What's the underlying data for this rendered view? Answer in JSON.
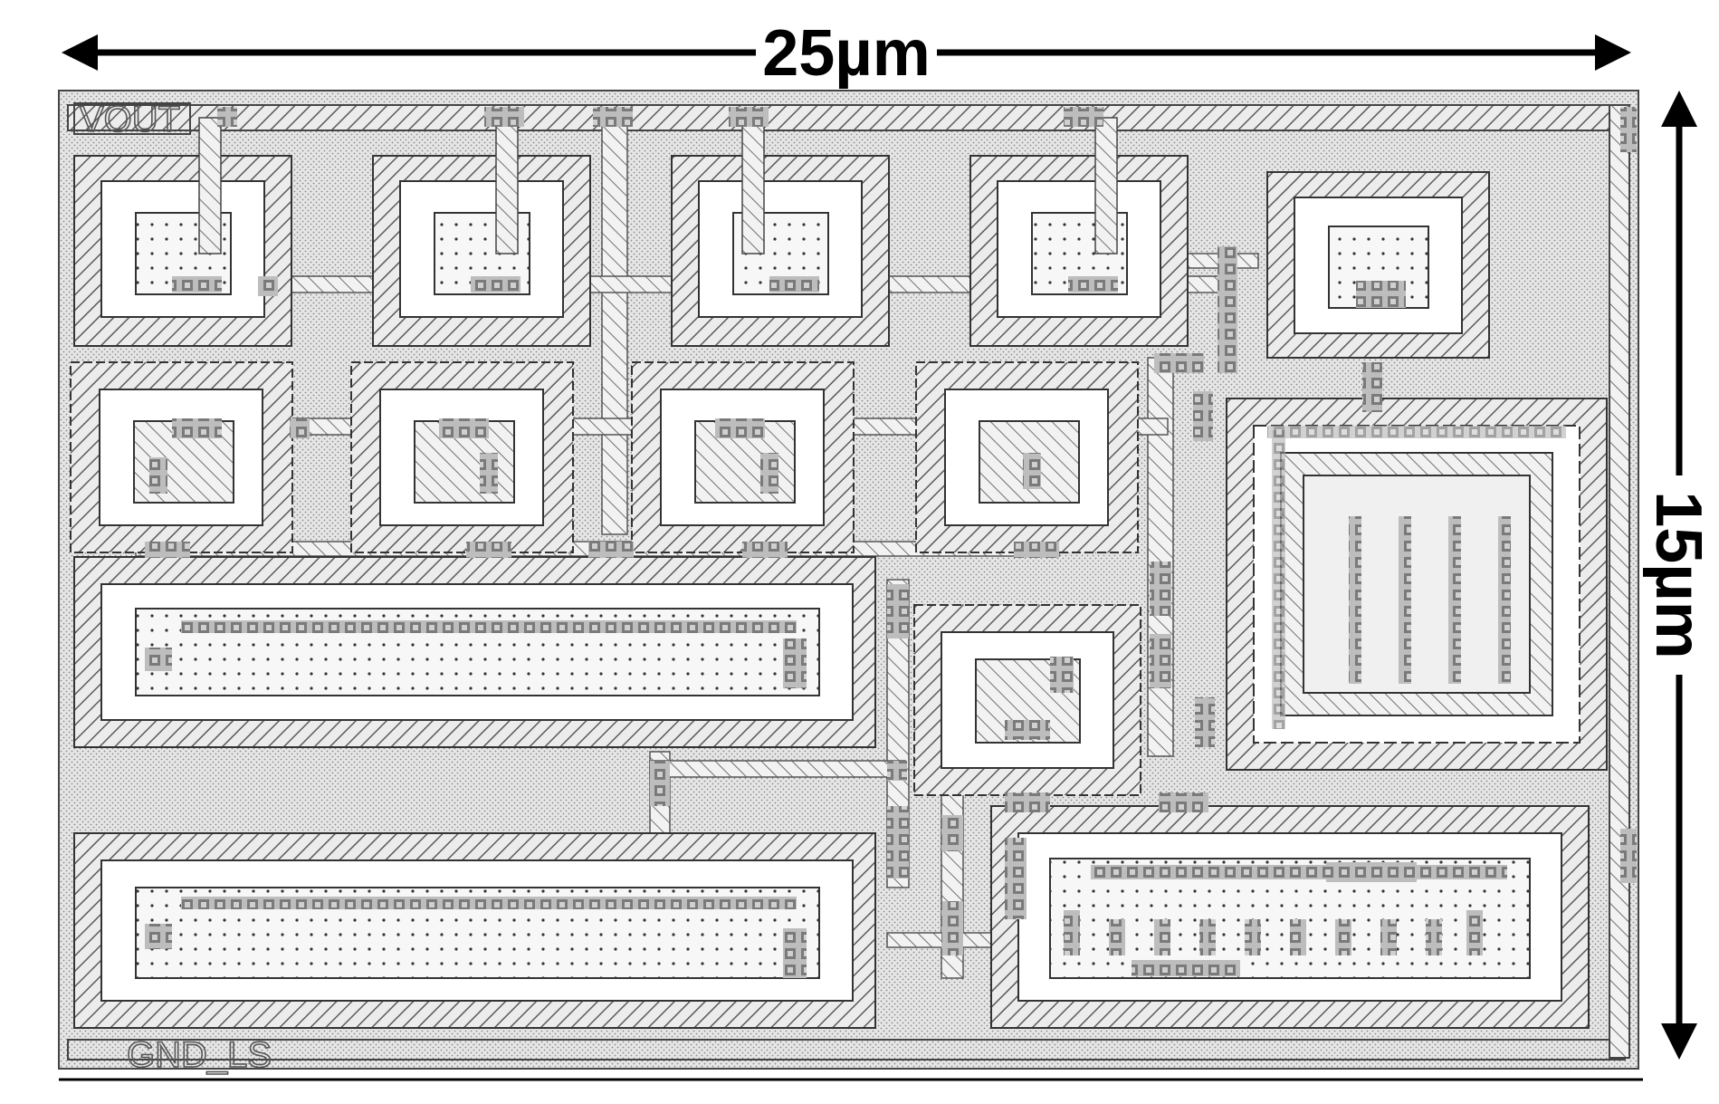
{
  "dimensions": {
    "width_label": "25µm",
    "height_label": "15µm"
  },
  "net_labels": {
    "output": "VOUT",
    "ground": "GND_LS"
  },
  "colors": {
    "ink": "#000000",
    "layout_line": "#3a3a3a",
    "diffusion_fill": "#d9d9d9",
    "background": "#ffffff"
  }
}
